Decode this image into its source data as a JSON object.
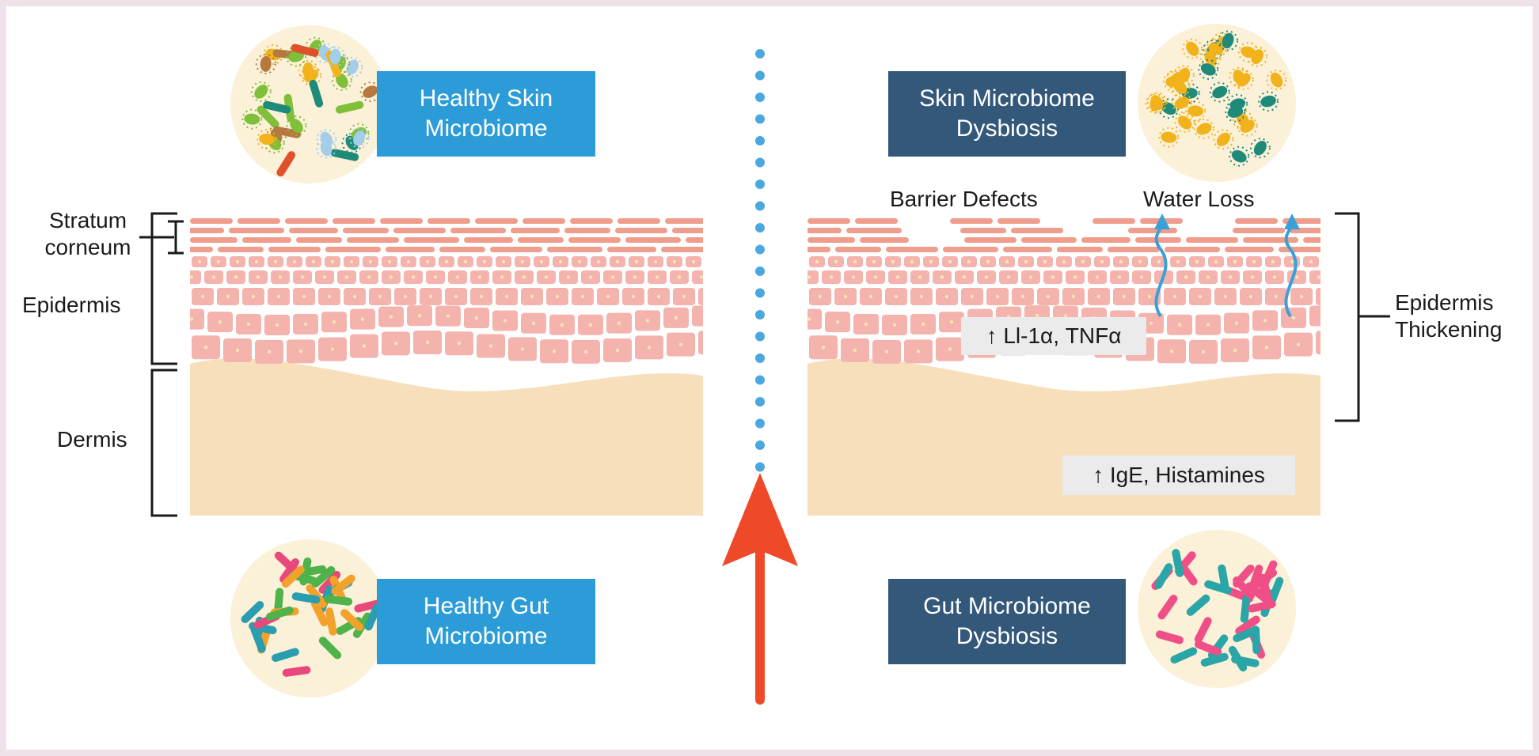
{
  "labels": {
    "stratum_corneum_1": "Stratum",
    "stratum_corneum_2": "corneum",
    "epidermis": "Epidermis",
    "dermis": "Dermis",
    "barrier_defects": "Barrier Defects",
    "water_loss": "Water Loss",
    "epidermis_thickening_1": "Epidermis",
    "epidermis_thickening_2": "Thickening",
    "cytokines": "↑ Ll-1α, TNFα",
    "ige": "↑ IgE, Histamines"
  },
  "banners": {
    "healthy_skin": {
      "line1": "Healthy Skin",
      "line2": "Microbiome"
    },
    "skin_dysbiosis": {
      "line1": "Skin Microbiome",
      "line2": "Dysbiosis"
    },
    "healthy_gut": {
      "line1": "Healthy Gut",
      "line2": "Microbiome"
    },
    "gut_dysbiosis": {
      "line1": "Gut Microbiome",
      "line2": "Dysbiosis"
    }
  },
  "colors": {
    "light_banner": "#2b9cd8",
    "dark_banner": "#33587a",
    "arrow": "#ee4a2a",
    "dots": "#4aa8e0",
    "dermis": "#f8dfbb",
    "cell": "#f4b3ad",
    "corneum": "#ef9d8c",
    "frame": "#efe1ea"
  },
  "icons": [
    "healthy-skin-microbes-icon",
    "dysbiosis-skin-microbes-icon",
    "healthy-gut-microbes-icon",
    "dysbiosis-gut-microbes-icon"
  ]
}
